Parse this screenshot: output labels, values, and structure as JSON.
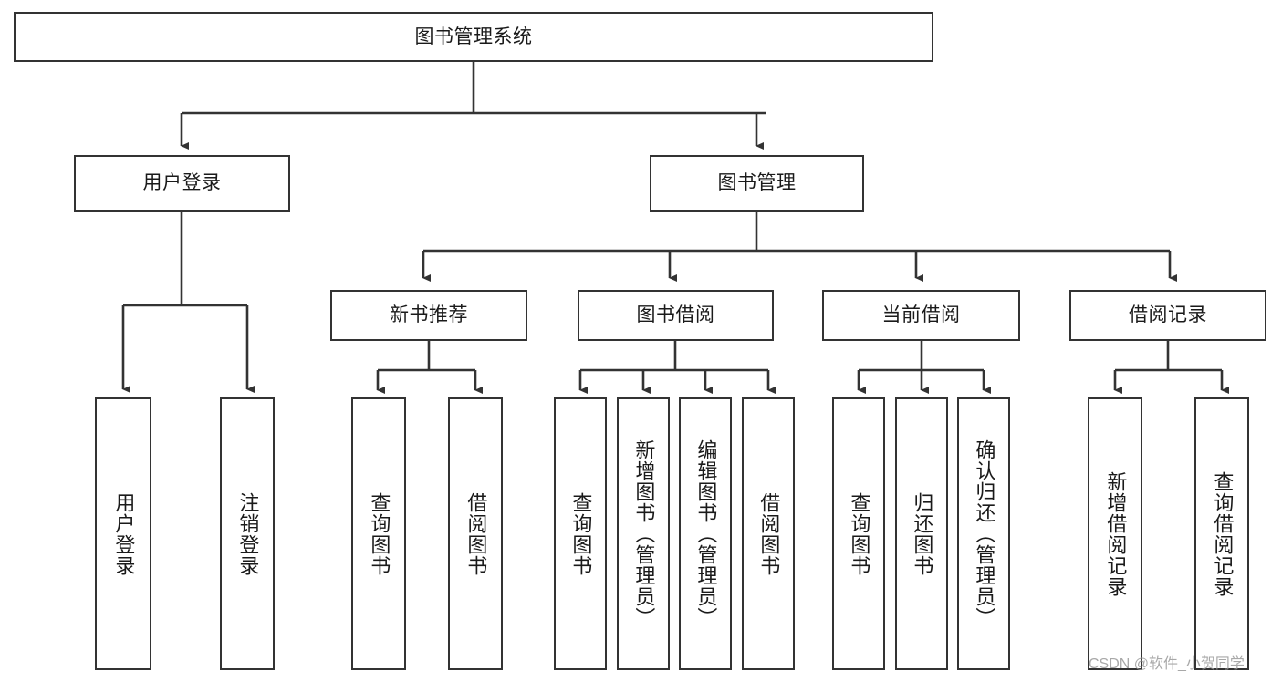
{
  "diagram": {
    "title": "图书管理系统",
    "type": "tree",
    "watermark": "CSDN @软件_小贺同学",
    "colors": {
      "node_border": "#333333",
      "node_fill": "#ffffff",
      "edge": "#333333",
      "text": "#1a1a1a",
      "watermark": "#9a9a9a"
    },
    "root": {
      "id": "root",
      "label": "图书管理系统"
    },
    "level2": [
      {
        "id": "user-login",
        "label": "用户登录"
      },
      {
        "id": "book-manage",
        "label": "图书管理"
      }
    ],
    "level3": [
      {
        "id": "new-book-recommend",
        "label": "新书推荐"
      },
      {
        "id": "book-borrow",
        "label": "图书借阅"
      },
      {
        "id": "current-borrow",
        "label": "当前借阅"
      },
      {
        "id": "borrow-record",
        "label": "借阅记录"
      }
    ],
    "leaves": {
      "user_login": [
        {
          "id": "leaf-user-login",
          "label": "用户登录"
        },
        {
          "id": "leaf-logout-login",
          "label": "注销登录"
        }
      ],
      "new_book_recommend": [
        {
          "id": "leaf-query-book-1",
          "label": "查询图书"
        },
        {
          "id": "leaf-borrow-book-1",
          "label": "借阅图书"
        }
      ],
      "book_borrow": [
        {
          "id": "leaf-query-book-2",
          "label": "查询图书"
        },
        {
          "id": "leaf-add-book",
          "label": "新增图书（管理员）"
        },
        {
          "id": "leaf-edit-book",
          "label": "编辑图书（管理员）"
        },
        {
          "id": "leaf-borrow-book-2",
          "label": "借阅图书"
        }
      ],
      "current_borrow": [
        {
          "id": "leaf-query-book-3",
          "label": "查询图书"
        },
        {
          "id": "leaf-return-book",
          "label": "归还图书"
        },
        {
          "id": "leaf-confirm-return",
          "label": "确认归还（管理员）"
        }
      ],
      "borrow_record": [
        {
          "id": "leaf-add-borrow-record",
          "label": "新增借阅记录"
        },
        {
          "id": "leaf-query-borrow-record",
          "label": "查询借阅记录"
        }
      ]
    }
  }
}
